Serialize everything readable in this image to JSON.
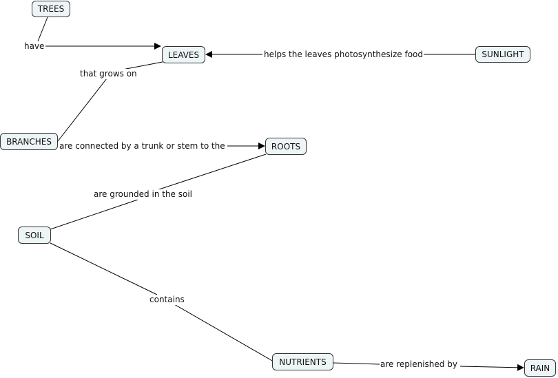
{
  "concepts": {
    "trees": "TREES",
    "leaves": "LEAVES",
    "sunlight": "SUNLIGHT",
    "branches": "BRANCHES",
    "roots": "ROOTS",
    "soil": "SOIL",
    "nutrients": "NUTRIENTS",
    "rain": "RAIN"
  },
  "links": {
    "have": "have",
    "helps": "helps the leaves photosynthesize food",
    "grows_on": "that grows on",
    "connected": "are connected by a trunk or stem to the",
    "grounded": "are grounded in the soil",
    "contains": "contains",
    "replenished": "are replenished by"
  },
  "colors": {
    "node_fill": "#eef5f7",
    "node_border": "#333333",
    "line": "#000000"
  }
}
